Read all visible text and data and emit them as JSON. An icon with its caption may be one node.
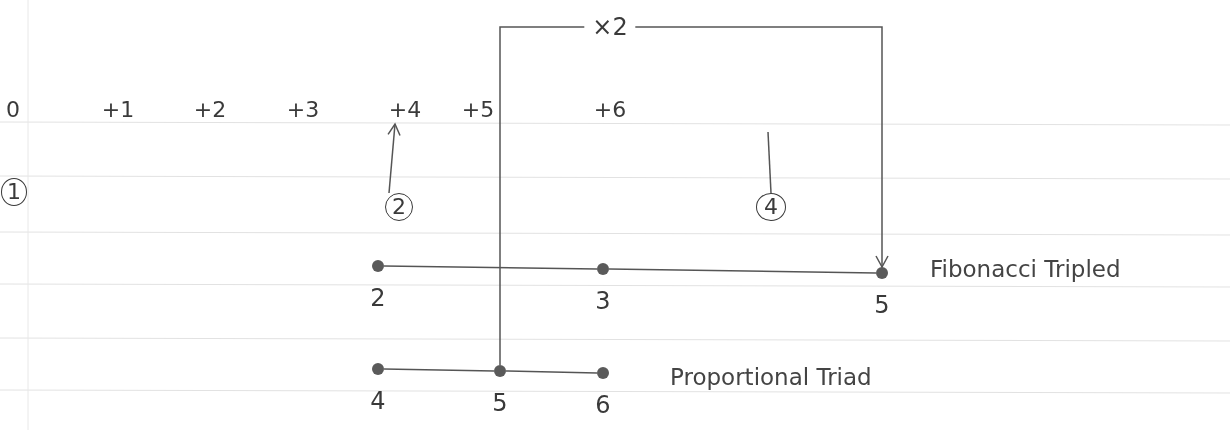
{
  "diagram": {
    "nodes": [
      {
        "text": [
          "0"
        ]
      },
      {
        "text": [
          "+1"
        ]
      },
      {
        "text": [
          "+2"
        ]
      },
      {
        "text": [
          "+3"
        ]
      },
      {
        "text": [
          "+4"
        ]
      },
      {
        "text": [
          "+5"
        ]
      },
      {
        "text": [
          "+6"
        ]
      },
      {
        "text": [
          "1"
        ]
      },
      {
        "text": [
          "2"
        ]
      },
      {
        "text": [
          "4"
        ]
      },
      {
        "text": [],
        "shape": "circle",
        "beside": [
          "2"
        ]
      },
      {
        "text": [],
        "shape": "circle",
        "beside": [
          "3"
        ]
      },
      {
        "text": [],
        "shape": "circle",
        "beside": [
          "5"
        ]
      },
      {
        "text": [],
        "shape": "circle",
        "beside": [
          "4"
        ]
      },
      {
        "text": [],
        "shape": "circle",
        "beside": [
          "5"
        ]
      },
      {
        "text": [],
        "shape": "circle",
        "beside": [
          "6"
        ]
      }
    ],
    "edges": [
      {
        "from": 8,
        "to": 4,
        "arrow": "to"
      },
      {
        "from": 9,
        "to": null,
        "arrow": "none"
      },
      {
        "from": 10,
        "to": 11,
        "arrow": "none"
      },
      {
        "from": 11,
        "to": 12,
        "arrow": "none"
      },
      {
        "from": 13,
        "to": 14,
        "arrow": "none"
      },
      {
        "from": 14,
        "to": 15,
        "arrow": "none"
      },
      {
        "from": 14,
        "to": 12,
        "arrow": "to",
        "label": "×2"
      }
    ],
    "labels": [
      "Fibonacci Tripled",
      "Proportional Triad"
    ]
  }
}
